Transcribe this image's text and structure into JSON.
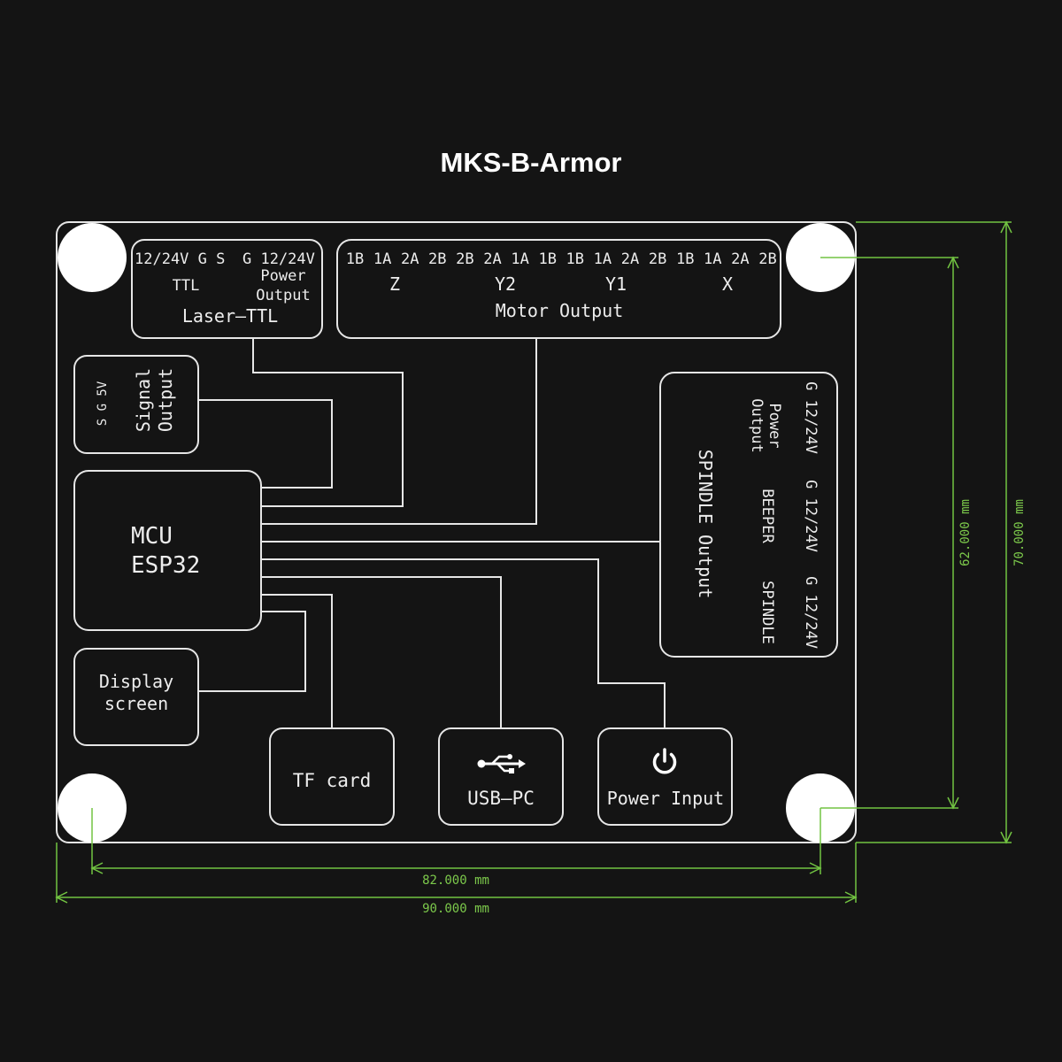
{
  "title": "MKS-B-Armor",
  "laser_ttl": {
    "pins_left": "12/24V G S",
    "pins_right": "G 12/24V",
    "ttl_label": "TTL",
    "power_label_1": "Power",
    "power_label_2": "Output",
    "name": "Laser—TTL"
  },
  "motor_output": {
    "pins": [
      "1B",
      "1A",
      "2A",
      "2B",
      "2B",
      "2A",
      "1A",
      "1B",
      "1B",
      "1A",
      "2A",
      "2B",
      "1B",
      "1A",
      "2A",
      "2B"
    ],
    "axes": [
      "Z",
      "Y2",
      "Y1",
      "X"
    ],
    "name": "Motor Output"
  },
  "signal_output": {
    "pins": "S G 5V",
    "label_1": "Signal",
    "label_2": "Output"
  },
  "mcu": {
    "line_1": "MCU",
    "line_2": "ESP32"
  },
  "display": {
    "line_1": "Display",
    "line_2": "screen"
  },
  "tf_card": "TF card",
  "usb_pc": "USB—PC",
  "power_input": "Power Input",
  "spindle_block": {
    "pins_1": "G 12/24V",
    "pins_2": "G 12/24V",
    "pins_3": "G 12/24V",
    "power_output_1": "Power",
    "power_output_2": "Output",
    "beeper": "BEEPER",
    "spindle": "SPINDLE",
    "name": "SPINDLE Output"
  },
  "dimensions": {
    "hole_width": "82.000 mm",
    "board_width": "90.000 mm",
    "hole_height": "62.000 mm",
    "board_height": "70.000 mm"
  },
  "icons": [
    "usb-icon",
    "power-icon"
  ],
  "colors": {
    "background": "#141414",
    "outline": "#e6e6e6",
    "dimension": "#72c442"
  }
}
